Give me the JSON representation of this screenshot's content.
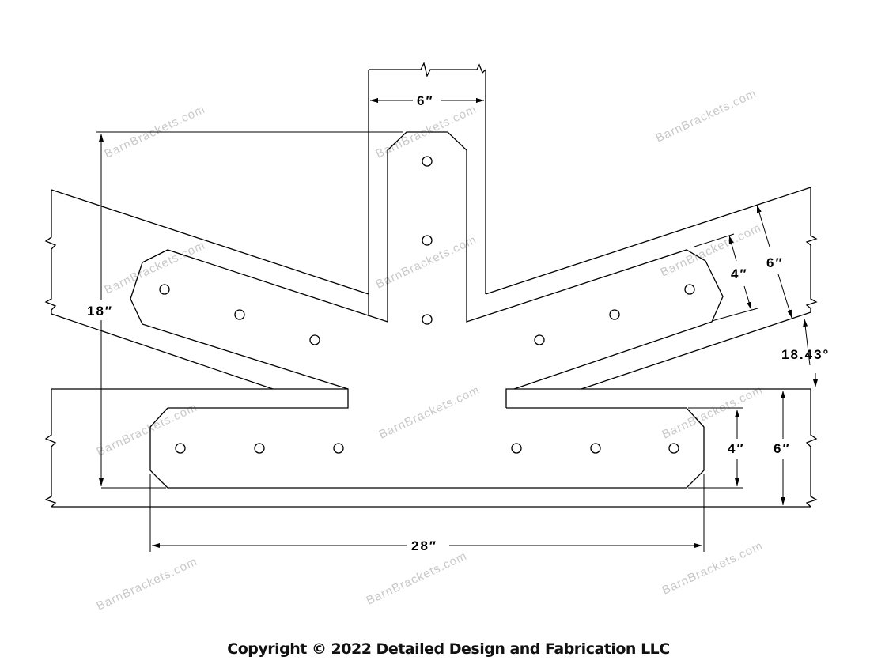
{
  "drawing": {
    "dimensions": {
      "post_width": "6″",
      "overall_height": "18″",
      "overall_length": "28″",
      "beam_depth": "6″",
      "plate_width": "4″",
      "brace_depth": "6″",
      "brace_plate_width": "4″",
      "angle": "18.43°"
    },
    "watermark": "BarnBrackets.com"
  },
  "footer": {
    "copyright": "Copyright © 2022 Detailed Design and Fabrication LLC"
  }
}
